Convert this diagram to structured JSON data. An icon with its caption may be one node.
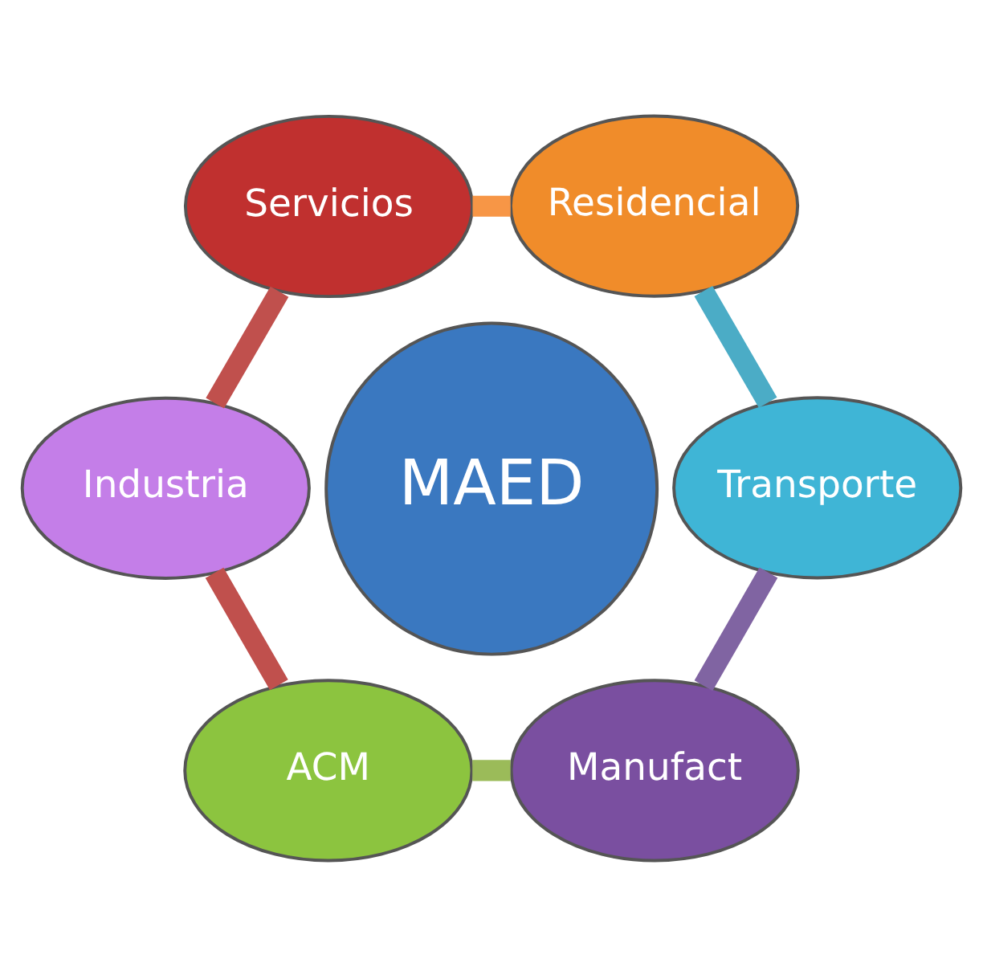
{
  "diagram": {
    "nodes": [
      {
        "text": [
          "Industria"
        ]
      },
      {
        "text": [
          "Servicios"
        ]
      },
      {
        "text": [
          "ACM"
        ]
      },
      {
        "text": [
          "MAED"
        ]
      },
      {
        "text": [
          "Manufact"
        ]
      },
      {
        "text": [
          "Residencial"
        ]
      },
      {
        "text": [
          "Transporte"
        ]
      }
    ],
    "edges": [
      {
        "from": 0,
        "to": 2,
        "arrow": "none",
        "color": "#c0504d"
      },
      {
        "from": 2,
        "to": 4,
        "arrow": "none",
        "color": "#9bbb59"
      },
      {
        "from": 4,
        "to": 6,
        "arrow": "none",
        "color": "#8064a2"
      },
      {
        "from": 6,
        "to": 5,
        "arrow": "none",
        "color": "#4bacc6"
      },
      {
        "from": 5,
        "to": 1,
        "arrow": "none",
        "color": "#f79646"
      },
      {
        "from": 1,
        "to": 0,
        "arrow": "none",
        "color": "#c0504d"
      }
    ]
  }
}
